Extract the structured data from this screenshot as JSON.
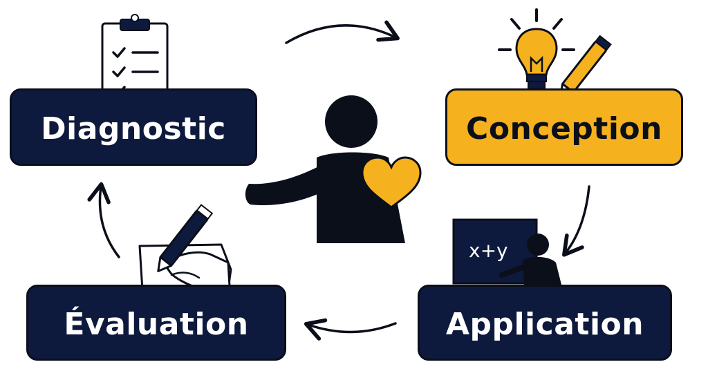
{
  "steps": {
    "diagnostic": "Diagnostic",
    "conception": "Conception",
    "application": "Application",
    "evaluation": "Évaluation"
  },
  "board": {
    "formula": "x+y"
  },
  "colors": {
    "navy": "#0e1a3d",
    "gold": "#f6b11f",
    "ink": "#0b0f1a",
    "white": "#ffffff"
  },
  "icons": [
    "clipboard-checklist-icon",
    "lightbulb-icon",
    "pencil-icon",
    "teacher-board-icon",
    "hand-writing-icon",
    "person-heart-icon",
    "cycle-arrow-icon"
  ]
}
